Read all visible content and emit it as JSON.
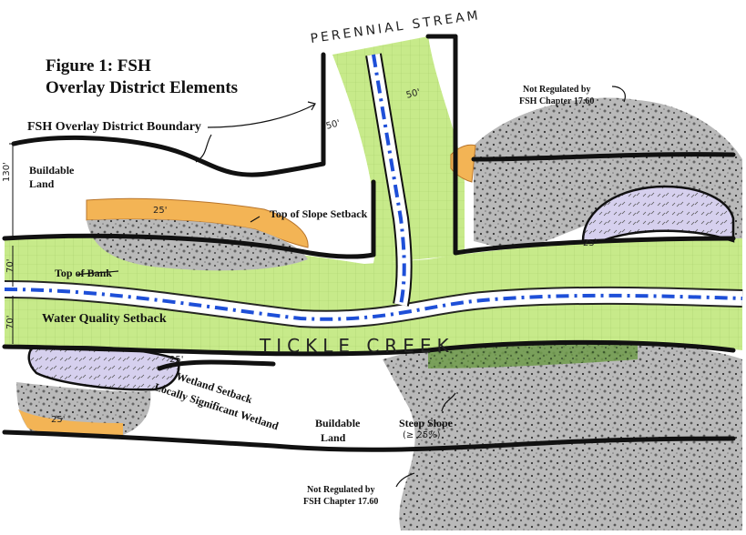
{
  "figure": {
    "title_line1": "Figure 1:  FSH",
    "title_line2": "Overlay District Elements"
  },
  "labels": {
    "perennial_stream": "PERENNIAL STREAM",
    "fsh_boundary": "FSH Overlay District Boundary",
    "buildable_land_left": "Buildable",
    "buildable_land_left_2": "Land",
    "top_of_slope_setback": "Top of Slope Setback",
    "top_of_bank": "Top of Bank",
    "water_quality_setback": "Water Quality Setback",
    "wetland_setback": "Wetland Setback",
    "locally_significant_wetland": "Locally Significant Wetland",
    "tickle_creek": "TICKLE CREEK",
    "buildable_land_right": "Buildable",
    "buildable_land_right_2": "Land",
    "steep_slope": "Steep Slope",
    "steep_slope_note": "(≥ 25%)",
    "not_regulated_top_1": "Not Regulated by",
    "not_regulated_top_2": "FSH Chapter 17.60",
    "not_regulated_bottom_1": "Not Regulated by",
    "not_regulated_bottom_2": "FSH Chapter 17.60"
  },
  "dimensions": {
    "d130": "130'",
    "d70_top": "70'",
    "d70_bottom": "70'",
    "d50_left": "50'",
    "d50_right": "50'",
    "d25_slope": "25'",
    "d25_wetland_right": "25'",
    "d25_wetland_left": "25'",
    "d25_slope_left": "25'"
  },
  "colors": {
    "setback_green": "#c7ea8a",
    "water_blue": "#1e4fd8",
    "steep_gray": "#9a9a9a",
    "slope_orange": "#f3b455",
    "wetland_lavender": "#cfc9ea",
    "boundary_black": "#111111",
    "dark_green": "#5e8f3c"
  }
}
